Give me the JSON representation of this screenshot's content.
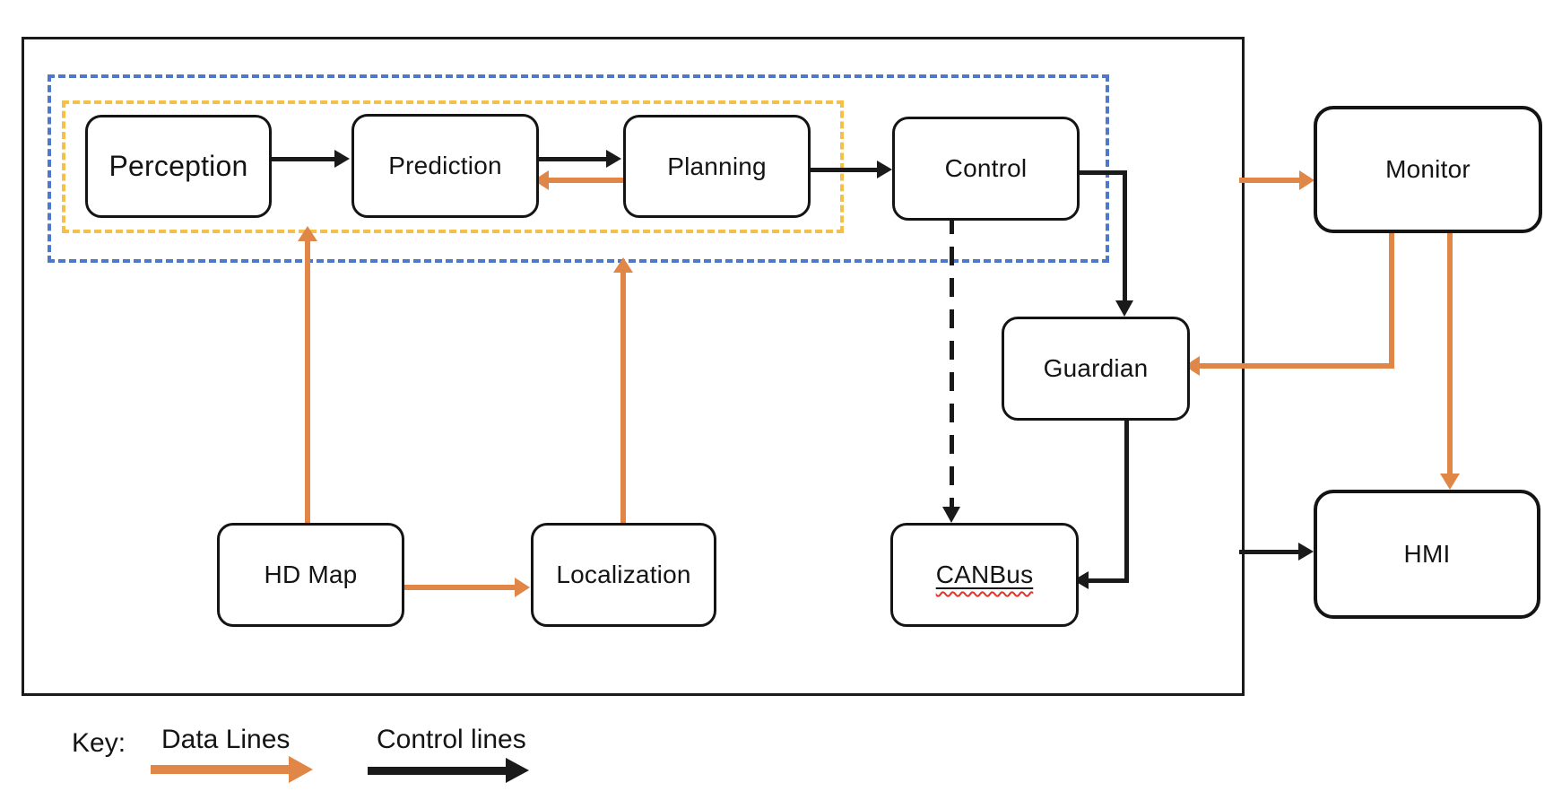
{
  "diagram_type": "architecture-flow",
  "modules": {
    "perception": "Perception",
    "prediction": "Prediction",
    "planning": "Planning",
    "control": "Control",
    "guardian": "Guardian",
    "hd_map": "HD Map",
    "localization": "Localization",
    "canbus": "CANBus",
    "monitor": "Monitor",
    "hmi": "HMI"
  },
  "legend": {
    "key_label": "Key:",
    "data_lines_label": "Data Lines",
    "control_lines_label": "Control lines"
  },
  "connections": [
    {
      "from": "Perception",
      "to": "Prediction",
      "type": "control"
    },
    {
      "from": "Prediction",
      "to": "Planning",
      "type": "control"
    },
    {
      "from": "Planning",
      "to": "Prediction",
      "type": "data"
    },
    {
      "from": "Planning",
      "to": "Control",
      "type": "control"
    },
    {
      "from": "Control",
      "to": "Guardian",
      "type": "control"
    },
    {
      "from": "Control",
      "to": "CANBus",
      "type": "control-dashed"
    },
    {
      "from": "Guardian",
      "to": "CANBus",
      "type": "control"
    },
    {
      "from": "HD Map",
      "to": "Localization",
      "type": "data"
    },
    {
      "from": "HD Map",
      "to": "inner-module-group",
      "type": "data"
    },
    {
      "from": "Localization",
      "to": "outer-module-group",
      "type": "data"
    },
    {
      "from": "system-boundary",
      "to": "Monitor",
      "type": "data"
    },
    {
      "from": "system-boundary",
      "to": "HMI",
      "type": "control"
    },
    {
      "from": "Monitor",
      "to": "Guardian",
      "type": "data"
    },
    {
      "from": "Monitor",
      "to": "HMI",
      "type": "data"
    }
  ],
  "colors": {
    "data_line": "#E08747",
    "control_line": "#1A1A1A",
    "inner_group_dash": "#F4C04A",
    "outer_group_dash": "#5078C8",
    "module_border": "#141414",
    "spellcheck_underline": "#E0352B"
  }
}
